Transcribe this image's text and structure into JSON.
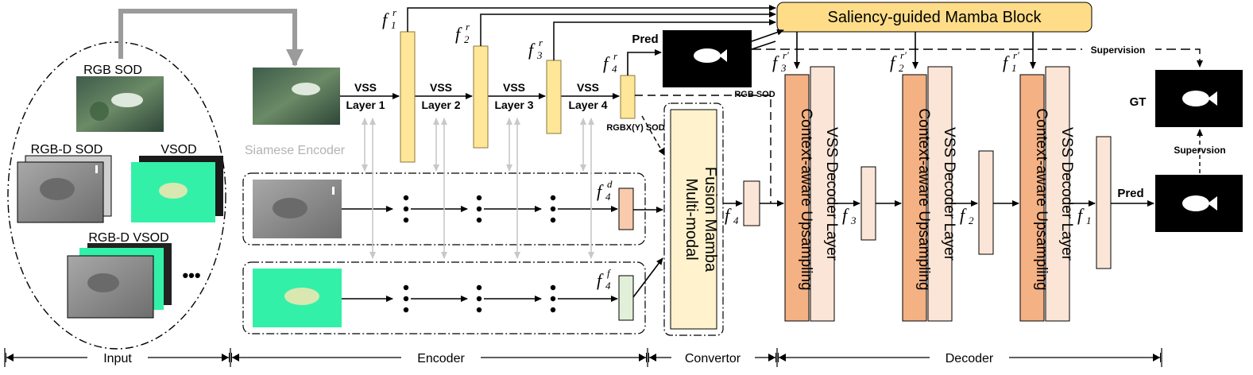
{
  "sections": {
    "input": "Input",
    "encoder": "Encoder",
    "convertor": "Convertor",
    "decoder": "Decoder"
  },
  "input_panel": {
    "rgb_sod": "RGB SOD",
    "rgbd_sod": "RGB-D SOD",
    "vsod": "VSOD",
    "rgbd_vsod": "RGB-D VSOD",
    "ellipsis": "•••"
  },
  "encoder": {
    "siamese": "Siamese Encoder",
    "vss": "VSS",
    "layers": [
      "Layer 1",
      "Layer 2",
      "Layer 3",
      "Layer 4"
    ],
    "features": {
      "f1r": {
        "base": "f",
        "sub": "1",
        "sup": "r"
      },
      "f2r": {
        "base": "f",
        "sub": "2",
        "sup": "r"
      },
      "f3r": {
        "base": "f",
        "sub": "3",
        "sup": "r"
      },
      "f4r": {
        "base": "f",
        "sub": "4",
        "sup": "r"
      },
      "f4d": {
        "base": "f",
        "sub": "4",
        "sup": "d"
      },
      "f4f": {
        "base": "f",
        "sub": "4",
        "sup": "f"
      }
    },
    "pred": "Pred",
    "rgb_sod_tag": "RGB SOD",
    "rgbx_tag": "RGBX(Y) SOD"
  },
  "convertor": {
    "line1": "Multi-modal",
    "line2": "Fusion Mamba",
    "f4": {
      "base": "f",
      "sub": "4"
    }
  },
  "decoder": {
    "mamba_block": "Saliency-guided Mamba Block",
    "supervision": "Supervision",
    "supervision2": "Supervsion",
    "upsampling": "Context-aware Upsampling",
    "decoder_layer": "VSS Decoder Layer",
    "skip_features": [
      {
        "base": "f",
        "sub": "3",
        "sup": "r′"
      },
      {
        "base": "f",
        "sub": "2",
        "sup": "r′"
      },
      {
        "base": "f",
        "sub": "1",
        "sup": "r′"
      }
    ],
    "out_features": [
      {
        "base": "f",
        "sub": "3"
      },
      {
        "base": "f",
        "sub": "2"
      },
      {
        "base": "f",
        "sub": "1"
      }
    ],
    "gt": "GT",
    "pred": "Pred"
  },
  "colors": {
    "feature_yellow": "#FFE699",
    "feature_yellow_stroke": "#8a7a3a",
    "mamba_block": "#FFDD88",
    "fusion": "#FFF2CC",
    "upsampling": "#F4B183",
    "decoder_layer": "#FBE5D6",
    "depth_feat": "#F8CBAD",
    "flow_feat": "#E2F0D9",
    "flow_image": "#33F0A8",
    "depth_image": "#8c8c8c"
  }
}
